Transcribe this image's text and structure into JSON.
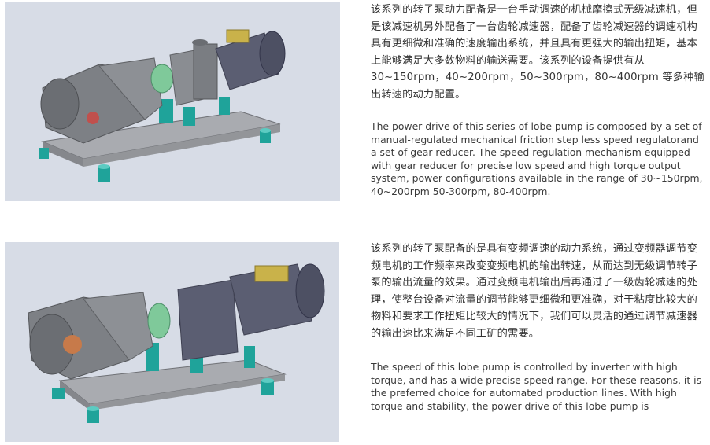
{
  "section1": {
    "zh_text": "该系列的转子泵动力配备是一台手动调速的机械摩擦式无级减速机，但是该减速机另外配备了一台齿轮减速器，配备了齿轮减速器的调速机构具有更细微和准确的速度输出系统，并且具有更强大的输出扭矩，基本上能够满足大多数物料的输送需要。该系列的设备提供有从30~150rpm，40~200rpm，50~300rpm，80~400rpm 等多种输出转速的动力配置。",
    "en_text": "The power drive of this series of lobe pump is composed by a set of manual-regulated mechanical friction step less speed regulatorand a set of gear reducer. The speed regulation mechanism equipped with gear reducer for precise low speed and high torque output system, power configurations available in the range of 30~150rpm, 40~200rpm 50-300rpm, 80-400rpm."
  },
  "section2": {
    "zh_text": "该系列的转子泵配备的是具有变频调速的动力系统，通过变频器调节变频电机的工作频率来改变变频电机的输出转速，从而达到无级调节转子泵的输出流量的效果。通过变频电机输出后再通过了一级齿轮减速的处理，使整台设备对流量的调节能够更细微和更准确，对于粘度比较大的物料和要求工作扭矩比较大的情况下，我们可以灵活的通过调节减速器的输出速比来满足不同工矿的需要。",
    "en_text": "The speed of this lobe pump is controlled by inverter with high torque, and has a wide precise speed range. For these reasons, it is the preferred choice for automated  production lines. With high torque and stability, the power drive of this lobe pump is"
  },
  "colors": {
    "figure_bg": "#d7dce6",
    "metal": "#8a8d92",
    "teal_feet": "#1fa39a",
    "green_coupling": "#7fc99a",
    "motor_blue": "#5b5e72",
    "junction_box": "#c9b24a"
  }
}
